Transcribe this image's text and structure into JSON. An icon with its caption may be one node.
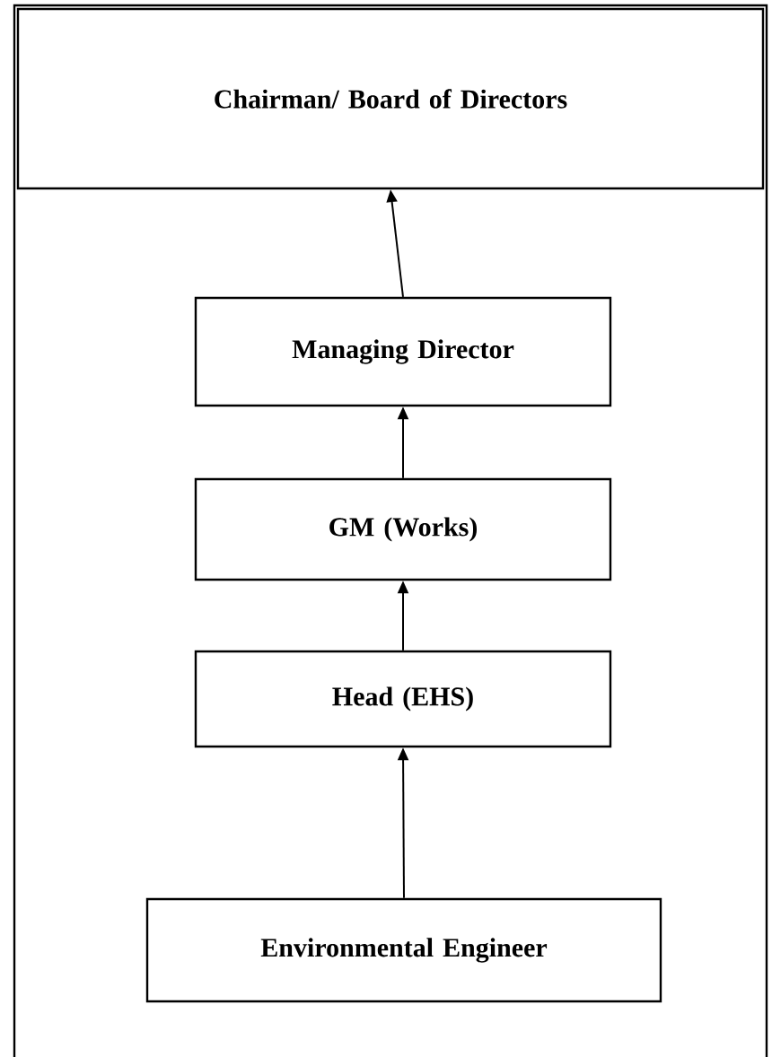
{
  "diagram": {
    "nodes": [
      {
        "text": [
          "Chairman/ Board of Directors"
        ]
      },
      {
        "text": [
          "Managing Director"
        ]
      },
      {
        "text": [
          "GM (Works)"
        ]
      },
      {
        "text": [
          "Head (EHS)"
        ]
      },
      {
        "text": [
          "Environmental Engineer"
        ]
      }
    ],
    "edges": [
      {
        "from": 1,
        "to": 0,
        "arrow": "to"
      },
      {
        "from": 2,
        "to": 1,
        "arrow": "to"
      },
      {
        "from": 3,
        "to": 2,
        "arrow": "to"
      },
      {
        "from": 4,
        "to": 3,
        "arrow": "to"
      }
    ]
  }
}
